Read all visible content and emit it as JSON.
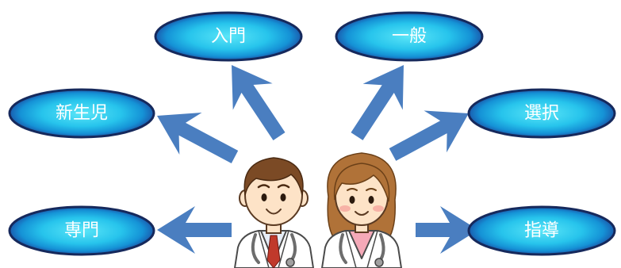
{
  "diagram": {
    "nodes": [
      {
        "label": "入門"
      },
      {
        "label": "一般"
      },
      {
        "label": "新生児"
      },
      {
        "label": "選択"
      },
      {
        "label": "専門"
      },
      {
        "label": "指導"
      }
    ],
    "center_figure": {
      "icons": [
        "male-doctor-icon",
        "female-doctor-icon"
      ]
    }
  },
  "colors": {
    "arrow": "#4a7ec0",
    "node_stroke": "#16295c",
    "node_text": "#ffffff",
    "node_fill_center": "#5be6f8",
    "node_fill_mid": "#27c4ec",
    "node_fill_outer": "#1592d6",
    "node_fill_edge": "#1a5cae",
    "male_hair": "#7b4a25",
    "female_hair": "#b07238",
    "tie": "#c0392b",
    "female_shirt": "#f4a9b8"
  }
}
